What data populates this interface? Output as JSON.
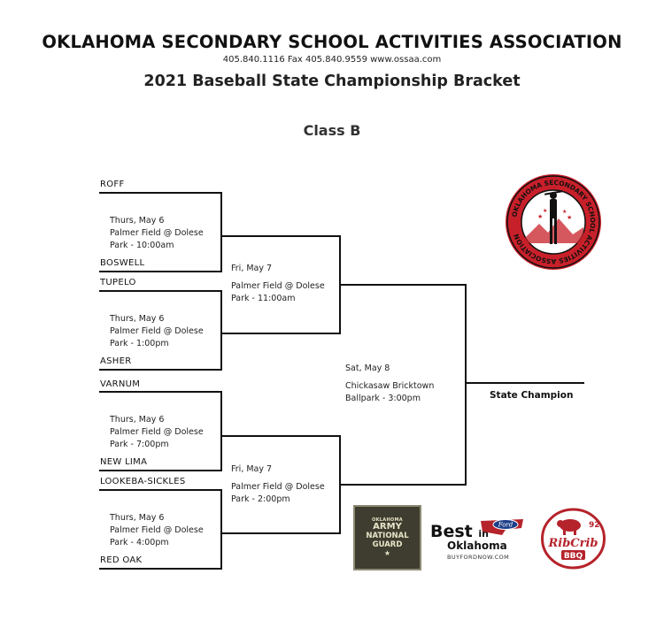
{
  "header": {
    "organization": "OKLAHOMA SECONDARY SCHOOL ACTIVITIES ASSOCIATION",
    "contact": "405.840.1116   Fax 405.840.9559  www.ossaa.com",
    "bracket_title": "2021  Baseball State Championship Bracket",
    "class_title": "Class B"
  },
  "teams": [
    "ROFF",
    "BOSWELL",
    "TUPELO",
    "ASHER",
    "VARNUM",
    "NEW LIMA",
    "LOOKEBA-SICKLES",
    "RED OAK"
  ],
  "round1": [
    {
      "date": "Thurs, May 6",
      "venue1": "Palmer Field @ Dolese",
      "venue2": "Park - 10:00am"
    },
    {
      "date": "Thurs, May 6",
      "venue1": "Palmer Field @ Dolese",
      "venue2": "Park - 1:00pm"
    },
    {
      "date": "Thurs, May 6",
      "venue1": "Palmer Field @ Dolese",
      "venue2": "Park - 7:00pm"
    },
    {
      "date": "Thurs, May 6",
      "venue1": "Palmer Field @ Dolese",
      "venue2": "Park - 4:00pm"
    }
  ],
  "round2": [
    {
      "date": "Fri, May 7",
      "venue1": "Palmer Field @ Dolese",
      "venue2": "Park - 11:00am"
    },
    {
      "date": "Fri, May 7",
      "venue1": "Palmer Field @ Dolese",
      "venue2": "Park - 2:00pm"
    }
  ],
  "final": {
    "date": "Sat, May 8",
    "venue1": "Chickasaw Bricktown",
    "venue2": "Ballpark - 3:00pm"
  },
  "champion_label": "State Champion",
  "logo": {
    "text": "OKLAHOMA SECONDARY SCHOOL ACTIVITIES ASSOCIATION",
    "accent_color": "#c8202a"
  },
  "sponsors": {
    "guard": {
      "line1": "OKLAHOMA",
      "line2": "ARMY",
      "line3": "NATIONAL",
      "line4": "GUARD"
    },
    "ford": {
      "best": "Best",
      "in": "in",
      "oklahoma": "Oklahoma",
      "ford": "Ford",
      "url": "BUYFORDNOW.COM"
    },
    "ribcrib": {
      "number": "92",
      "name1": "RibCrib",
      "name2": "BBQ",
      "color": "#b5232b"
    }
  }
}
